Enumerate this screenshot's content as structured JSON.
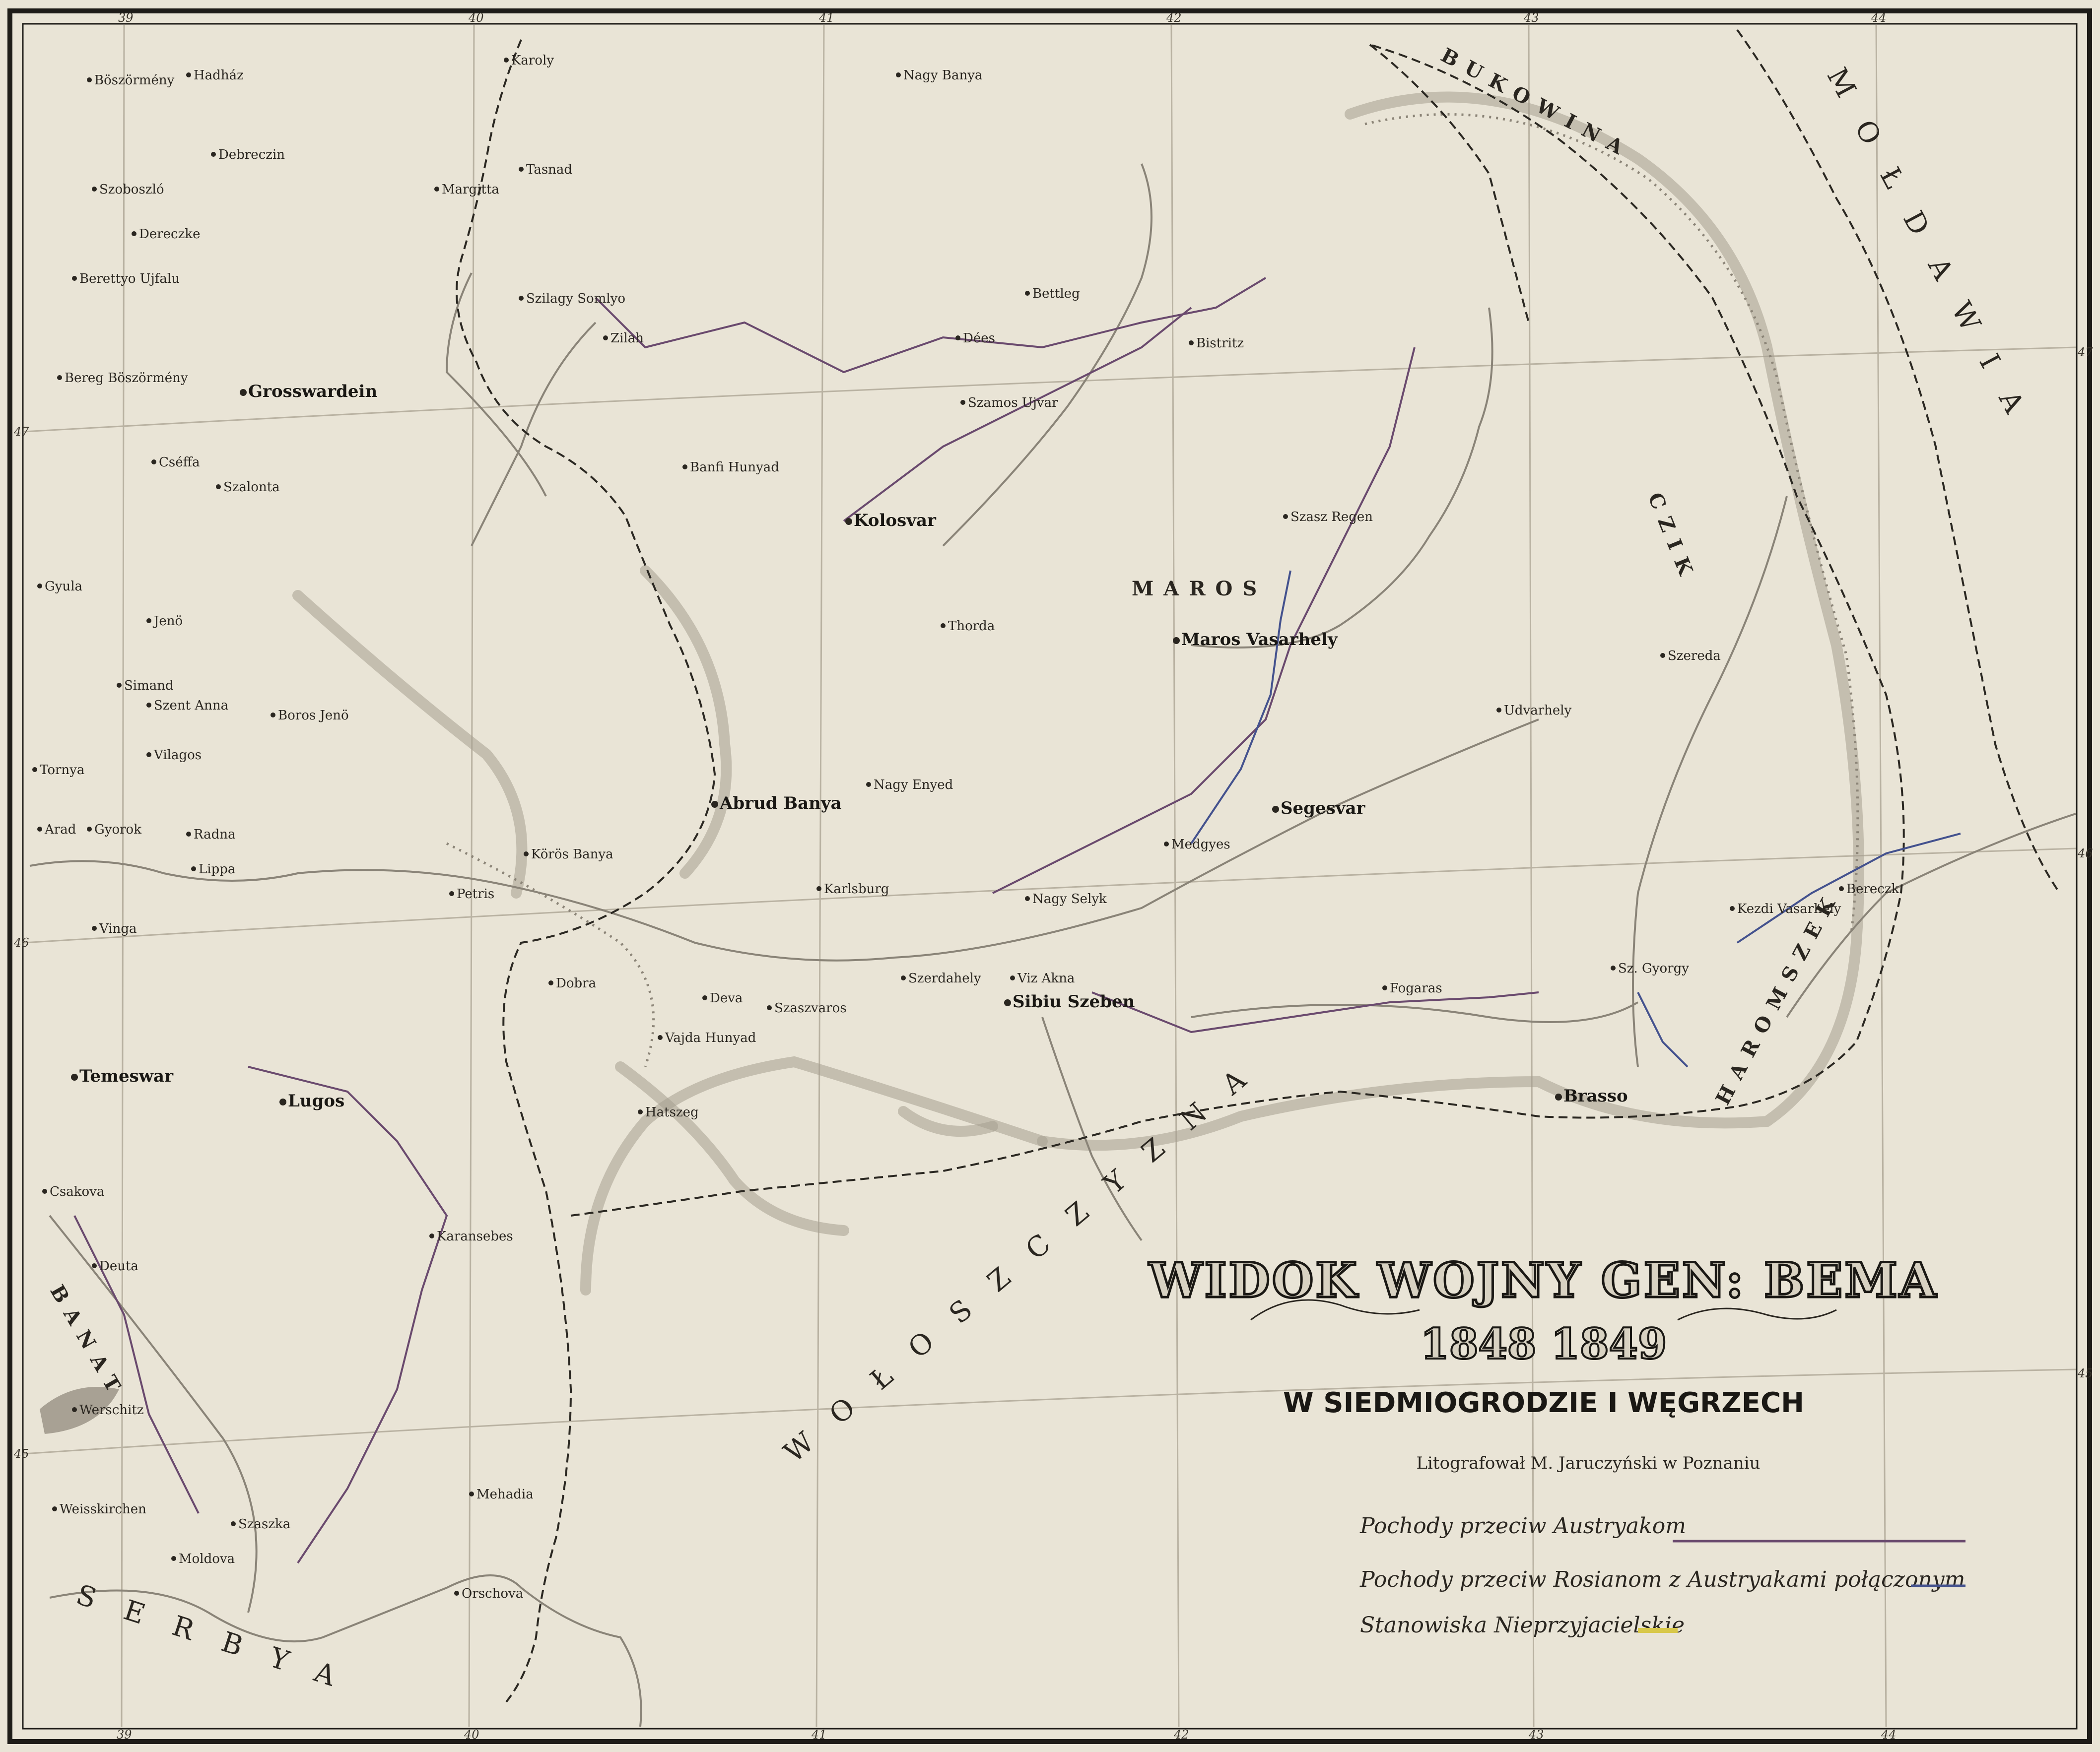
{
  "map": {
    "title": "WIDOK WOJNY GEN: BEMA",
    "years": "1848 1849",
    "subtitle": "W SIEDMIOGRODZIE I WĘGRZECH",
    "lithographer": "Litografował M. Jaruczyński w Poznaniu",
    "legend": [
      {
        "label": "Pochody przeciw Austryakom",
        "color": "#6a4a6e"
      },
      {
        "label": "Pochody przeciw Rosianom z Austryakami połączonym",
        "color": "#44528e"
      },
      {
        "label": "Stanowiska Nieprzyjacielskie",
        "color": "#d8c84a"
      }
    ],
    "regions": {
      "moldawia": "MOŁDAWIA",
      "bukowina": "BUKOWINA",
      "woloszczyzna": "WOŁOSZCZYZNA",
      "serbya": "SERBYA",
      "banat": "BANAT",
      "maros": "MAROS",
      "szekler": "CZIK",
      "harom": "HAROMSZEK"
    },
    "grid_labels": {
      "top": [
        "39",
        "40",
        "41",
        "42",
        "43",
        "44"
      ],
      "bottom": [
        "39",
        "40",
        "41",
        "42",
        "43",
        "44"
      ],
      "left": [
        "47",
        "46",
        "45"
      ],
      "right": [
        "47",
        "46",
        "45"
      ]
    },
    "places": [
      {
        "name": "Böszörmény"
      },
      {
        "name": "Hadház"
      },
      {
        "name": "Debreczin"
      },
      {
        "name": "Szoboszló"
      },
      {
        "name": "Dereczke"
      },
      {
        "name": "Berettyo Ujfalu"
      },
      {
        "name": "Bereg Böszörmény"
      },
      {
        "name": "Grosswardein"
      },
      {
        "name": "Cséffa"
      },
      {
        "name": "Szalonta"
      },
      {
        "name": "Gyula"
      },
      {
        "name": "Jenö"
      },
      {
        "name": "Simand"
      },
      {
        "name": "Szent Anna"
      },
      {
        "name": "Vilagos"
      },
      {
        "name": "Tornya"
      },
      {
        "name": "Arad"
      },
      {
        "name": "Gyorok"
      },
      {
        "name": "Radna"
      },
      {
        "name": "Lippa"
      },
      {
        "name": "Vinga"
      },
      {
        "name": "Temeswar"
      },
      {
        "name": "Lugos"
      },
      {
        "name": "Csakova"
      },
      {
        "name": "Deuta"
      },
      {
        "name": "Werschitz"
      },
      {
        "name": "Weisskirchen"
      },
      {
        "name": "Szaszka"
      },
      {
        "name": "Moldova"
      },
      {
        "name": "Orschova"
      },
      {
        "name": "Mehadia"
      },
      {
        "name": "Karansebes"
      },
      {
        "name": "Karoly"
      },
      {
        "name": "Nagy Banya"
      },
      {
        "name": "Tasnad"
      },
      {
        "name": "Margitta"
      },
      {
        "name": "Szilagy Somlyo"
      },
      {
        "name": "Zilah"
      },
      {
        "name": "Dées"
      },
      {
        "name": "Bettleg"
      },
      {
        "name": "Bistritz"
      },
      {
        "name": "Szamos Ujvar"
      },
      {
        "name": "Kolosvar"
      },
      {
        "name": "Banfi Hunyad"
      },
      {
        "name": "Thorda"
      },
      {
        "name": "Maros Vasarhely"
      },
      {
        "name": "Szasz Regen"
      },
      {
        "name": "Segesvar"
      },
      {
        "name": "Medgyes"
      },
      {
        "name": "Karlsburg"
      },
      {
        "name": "Abrud Banya"
      },
      {
        "name": "Nagy Enyed"
      },
      {
        "name": "Deva"
      },
      {
        "name": "Vajda Hunyad"
      },
      {
        "name": "Hatszeg"
      },
      {
        "name": "Szaszvaros"
      },
      {
        "name": "Szerdahely"
      },
      {
        "name": "Nagy Selyk"
      },
      {
        "name": "Viz Akna"
      },
      {
        "name": "Sibiu Szeben"
      },
      {
        "name": "Fogaras"
      },
      {
        "name": "Brasso"
      },
      {
        "name": "Kezdi Vasarhely"
      },
      {
        "name": "Bereczk"
      },
      {
        "name": "Sz. Gyorgy"
      },
      {
        "name": "Udvarhely"
      },
      {
        "name": "Szereda"
      },
      {
        "name": "Körös Banya"
      },
      {
        "name": "Dobra"
      },
      {
        "name": "Boros Jenö"
      },
      {
        "name": "Petris"
      }
    ]
  }
}
